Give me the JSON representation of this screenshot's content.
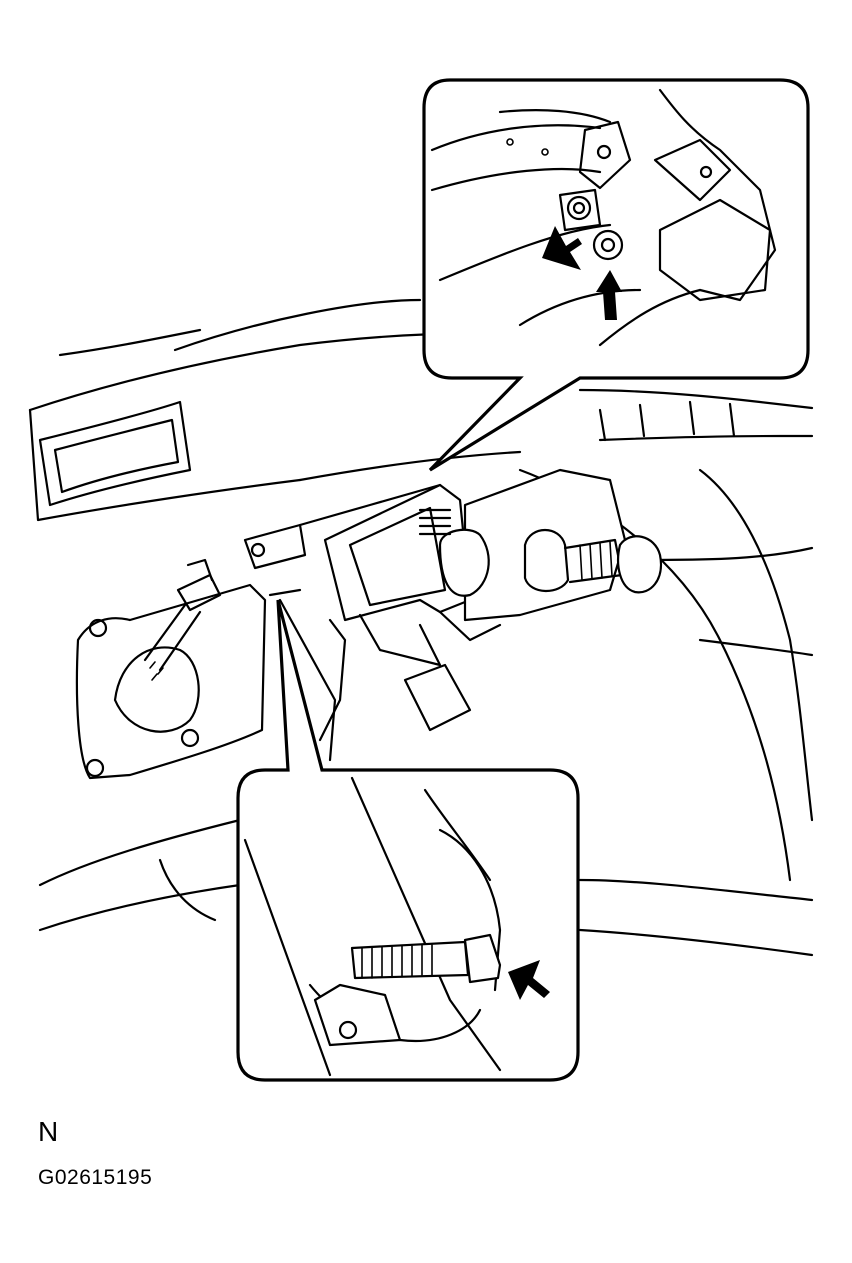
{
  "diagram": {
    "orientation_mark": "N",
    "figure_code": "G02615195",
    "callouts": [
      {
        "id": "upper-detail",
        "content": "mounting-nuts",
        "arrow_count": 2
      },
      {
        "id": "lower-detail",
        "content": "mounting-bolt",
        "arrow_count": 1
      }
    ],
    "colors": {
      "line": "#000000",
      "background": "#ffffff"
    }
  }
}
